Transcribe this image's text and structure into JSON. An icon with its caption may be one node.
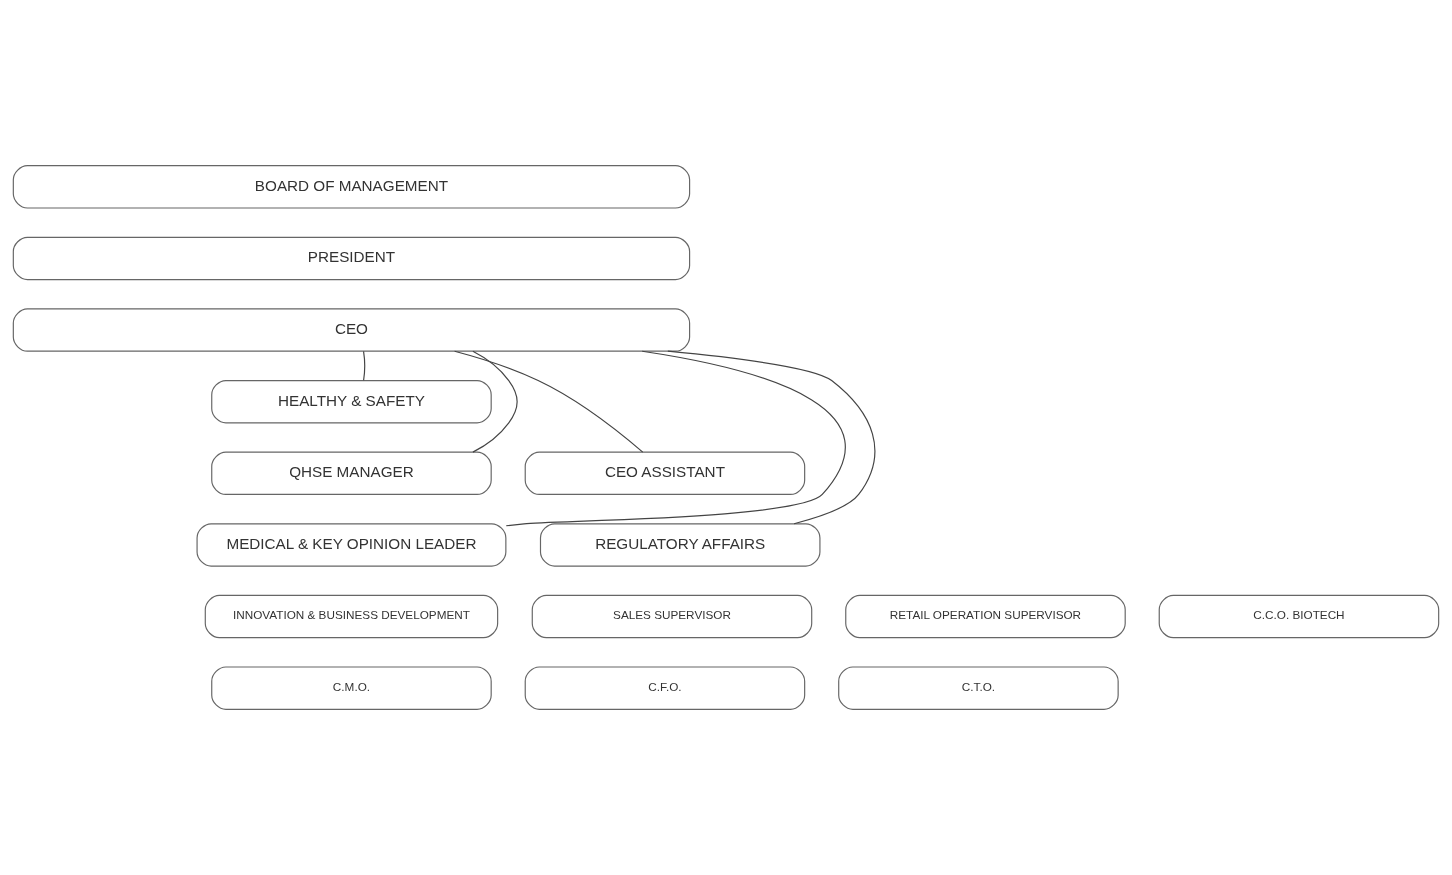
{
  "diagram": {
    "nodes": [
      {
        "text": [
          "BOARD OF MANAGEMENT"
        ]
      },
      {
        "text": [
          "PRESIDENT"
        ]
      },
      {
        "text": [
          "CEO"
        ]
      },
      {
        "text": [
          "HEALTHY & SAFETY"
        ]
      },
      {
        "text": [
          "QHSE MANAGER"
        ]
      },
      {
        "text": [
          "CEO ASSISTANT"
        ]
      },
      {
        "text": [
          "MEDICAL & KEY OPINION LEADER"
        ]
      },
      {
        "text": [
          "REGULATORY AFFAIRS"
        ]
      },
      {
        "text": [
          "INNOVATION & BUSINESS DEVELOPMENT"
        ]
      },
      {
        "text": [
          "SALES SUPERVISOR"
        ]
      },
      {
        "text": [
          "RETAIL OPERATION SUPERVISOR"
        ]
      },
      {
        "text": [
          "C.C.O. BIOTECH"
        ]
      },
      {
        "text": [
          "C.M.O."
        ]
      },
      {
        "text": [
          "C.F.O."
        ]
      },
      {
        "text": [
          "C.T.O."
        ]
      }
    ],
    "edges": [
      {
        "from": 2,
        "to": 3,
        "arrow": "none"
      },
      {
        "from": 2,
        "to": 4,
        "arrow": "none"
      },
      {
        "from": 2,
        "to": 5,
        "arrow": "none"
      },
      {
        "from": 2,
        "to": 6,
        "arrow": "none"
      },
      {
        "from": 2,
        "to": 7,
        "arrow": "none"
      }
    ]
  }
}
